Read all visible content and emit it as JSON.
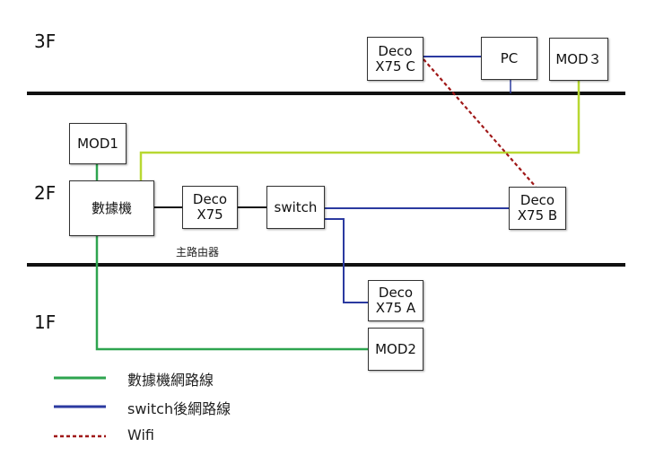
{
  "floors": {
    "f3": "3F",
    "f2": "2F",
    "f1": "1F"
  },
  "nodes": {
    "deco_c": {
      "line1": "Deco",
      "line2": "X75 C"
    },
    "pc": {
      "line1": "PC"
    },
    "mod3": {
      "line1": "MOD３"
    },
    "mod1": {
      "line1": "MOD1"
    },
    "data_machine": {
      "line1": "數據機"
    },
    "deco_main": {
      "line1": "Deco",
      "line2": "X75"
    },
    "switch": {
      "line1": "switch"
    },
    "deco_b": {
      "line1": "Deco",
      "line2": "X75 B"
    },
    "deco_a": {
      "line1": "Deco",
      "line2": "X75 A"
    },
    "mod2": {
      "line1": "MOD2"
    }
  },
  "main_router_caption": "主路由器",
  "legend": [
    {
      "label": "數據機網路線",
      "color": "#2ea44f",
      "style": "solid"
    },
    {
      "label": "switch後網路線",
      "color": "#2b3aa0",
      "style": "solid"
    },
    {
      "label": "Wifi",
      "color": "#a01818",
      "style": "dashed"
    }
  ],
  "colors": {
    "floor_divider": "#111111",
    "modem_cable": "#2ea44f",
    "switch_cable": "#2b3aa0",
    "wifi": "#a01818",
    "mod3_cable": "#b8d832",
    "plain_cable": "#111111"
  }
}
